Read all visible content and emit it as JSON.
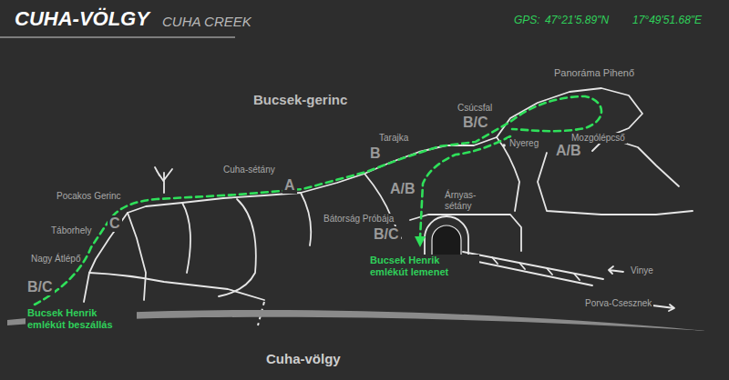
{
  "diagram": {
    "title": "CUHA-VÖLGY",
    "labels": [
      "CUHA CREEK",
      "GPS:",
      "47°21'5.89\"N",
      "17°49'51.68\"E",
      "Panoráma Pihenő",
      "Bucsek-gerinc",
      "Csúcsfal",
      "B/C",
      "Tarajka",
      "B",
      "Nyereg",
      "Mozgólépcső",
      "A/B",
      "Cuha-sétány",
      "A",
      "A/B",
      "Pocakos Gerinc",
      "Árnyas-sétány",
      "Bátorság Próbája",
      "B/C",
      "C",
      "Táborhely",
      "Nagy Átlépő",
      "B/C",
      "Bucsek Henrik emlékút lemenet",
      "Bucsek Henrik emlékút beszállás",
      "Vinye",
      "Porva-Csesznek",
      "Cuha-völgy"
    ]
  }
}
